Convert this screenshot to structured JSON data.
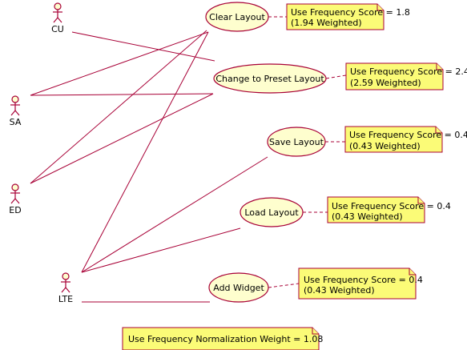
{
  "actors": [
    {
      "id": "cu",
      "label": "CU"
    },
    {
      "id": "sa",
      "label": "SA"
    },
    {
      "id": "ed",
      "label": "ED"
    },
    {
      "id": "lte",
      "label": "LTE"
    }
  ],
  "use_cases": [
    {
      "id": "clear",
      "label": "Clear Layout"
    },
    {
      "id": "preset",
      "label": "Change to Preset Layout"
    },
    {
      "id": "save",
      "label": "Save Layout"
    },
    {
      "id": "load",
      "label": "Load Layout"
    },
    {
      "id": "widget",
      "label": "Add Widget"
    }
  ],
  "notes": [
    {
      "id": "clear",
      "lines": [
        "Use Frequency Score = 1.8",
        "(1.94 Weighted)"
      ]
    },
    {
      "id": "preset",
      "lines": [
        "Use Frequency Score = 2.4",
        "(2.59 Weighted)"
      ]
    },
    {
      "id": "save",
      "lines": [
        "Use Frequency Score = 0.4",
        "(0.43 Weighted)"
      ]
    },
    {
      "id": "load",
      "lines": [
        "Use Frequency Score = 0.4",
        "(0.43 Weighted)"
      ]
    },
    {
      "id": "widget",
      "lines": [
        "Use Frequency Score = 0.4",
        "(0.43 Weighted)"
      ]
    }
  ],
  "footer_note": {
    "text": "Use Frequency Normalization Weight = 1.08"
  },
  "colors": {
    "actor_fill": "#fefece",
    "usecase_fill": "#fefece",
    "note_fill": "#fbfb77",
    "line": "#a80036"
  }
}
